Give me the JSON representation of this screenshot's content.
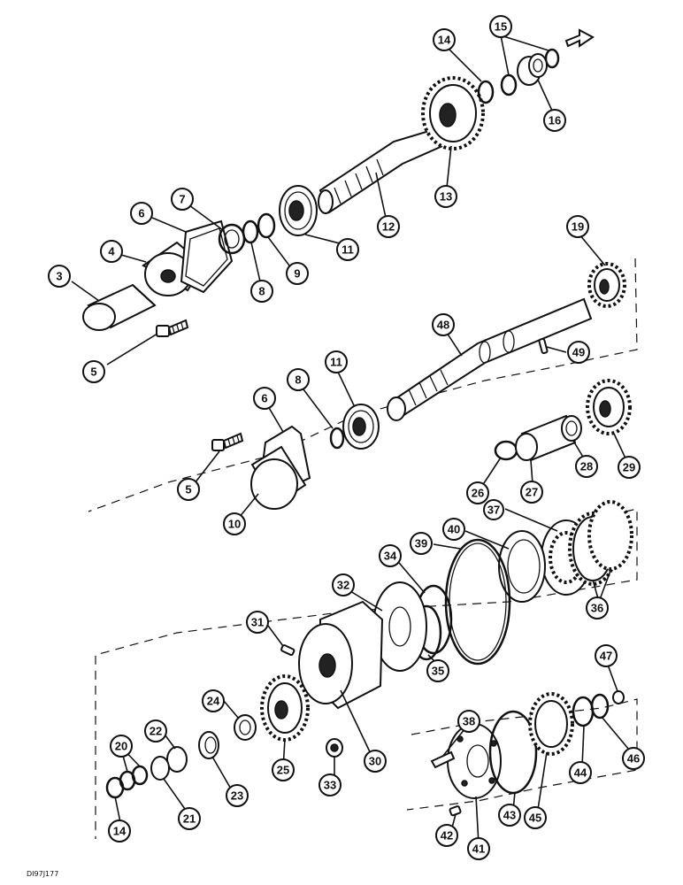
{
  "drawing_code": "DI97J177",
  "callouts": [
    "3",
    "4",
    "5",
    "6",
    "7",
    "8",
    "9",
    "11",
    "12",
    "13",
    "14",
    "15",
    "16",
    "19",
    "48",
    "49",
    "6",
    "8",
    "11",
    "5",
    "10",
    "26",
    "27",
    "28",
    "29",
    "37",
    "40",
    "39",
    "34",
    "32",
    "31",
    "35",
    "36",
    "30",
    "24",
    "25",
    "22",
    "20",
    "21",
    "23",
    "33",
    "47",
    "38",
    "44",
    "46",
    "45",
    "43",
    "41",
    "42",
    "14"
  ],
  "icons": {
    "direction_arrow": "arrow-right-outline-icon"
  }
}
